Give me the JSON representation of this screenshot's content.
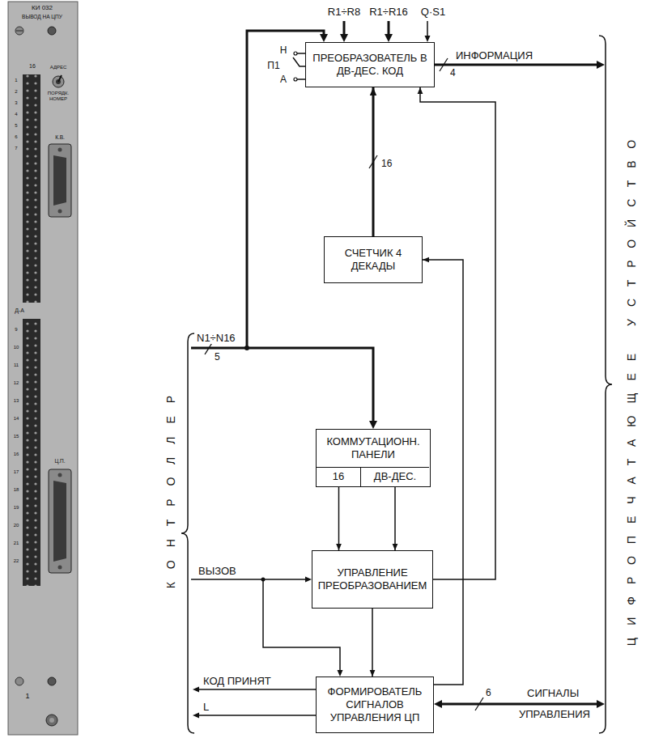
{
  "diagram": {
    "nodes": [
      {
        "text": [
          "ПРЕОБРАЗОВАТЕЛЬ В ДВ-ДЕС. КОД"
        ]
      },
      {
        "text": [
          "СЧЕТЧИК 4 ДЕКАДЫ"
        ]
      },
      {
        "text": [
          "КОММУТАЦИОНН. ПАНЕЛИ"
        ]
      },
      {
        "text": [
          "16"
        ],
        "in": 2
      },
      {
        "text": [
          "ДВ-ДЕС."
        ],
        "in": 2
      },
      {
        "text": [
          "УПРАВЛЕНИЕ ПРЕОБРАЗОВАНИЕМ"
        ]
      },
      {
        "text": [
          "ФОРМИРОВАТЕЛЬ СИГНАЛОВ УПРАВЛЕНИЯ ЦП"
        ]
      }
    ],
    "edges": [
      {
        "from": 1,
        "to": 0,
        "arrow": "to",
        "label": "16"
      },
      {
        "from": 3,
        "to": 5,
        "arrow": "to"
      },
      {
        "from": 4,
        "to": 5,
        "arrow": "to"
      },
      {
        "from": 5,
        "to": 6,
        "arrow": "to"
      },
      {
        "from": 5,
        "to": 0,
        "arrow": "to"
      },
      {
        "from": 6,
        "to": 1,
        "arrow": "to"
      }
    ],
    "labels": [
      "R1÷R8",
      "R1÷R16",
      "Q·S1",
      "Н",
      "П1",
      "А",
      "ИНФОРМАЦИЯ",
      "4",
      "N1÷N16",
      "5",
      "ВЫЗОВ",
      "КОД ПРИНЯТ",
      "L",
      "6",
      "СИГНАЛЫ",
      "УПРАВЛЕНИЯ",
      "КОНТРОЛЛЕР",
      "ЦИФРОПЕЧАТАЮЩЕЕ УСТРОЙСТВО",
      "КИ 032",
      "ВЫВОД НА ЦПУ",
      "16",
      "АДРЕС",
      "ПОРЯДК. НОМЕР",
      "К.В.",
      "Д-А",
      "Ц.П.",
      "1",
      "1",
      "2",
      "3",
      "4",
      "5",
      "6",
      "7",
      "9",
      "10",
      "11",
      "12",
      "13",
      "14",
      "15",
      "16",
      "17",
      "18",
      "19",
      "20",
      "21",
      "22"
    ]
  }
}
